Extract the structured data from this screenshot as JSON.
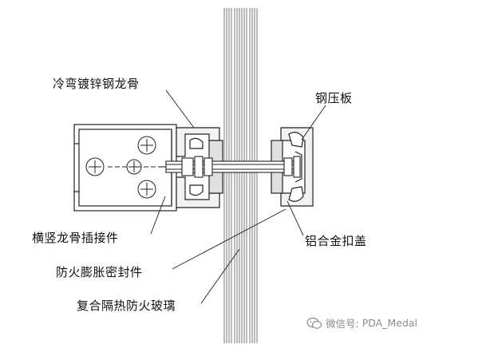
{
  "labels": {
    "cold_bent_keel": "冷弯镀锌钢龙骨",
    "steel_press_plate": "钢压板",
    "connector": "横竖龙骨插接件",
    "aluminum_cover": "铝合金扣盖",
    "fire_seal": "防火膨胀密封件",
    "fire_glass": "复合隔热防火玻璃"
  },
  "watermark": {
    "prefix": "微信号:",
    "account": "PDA_Medal",
    "icon": "wechat-icon",
    "color": "#8a8a8a"
  },
  "colors": {
    "line": "#222222",
    "glass_line": "#555555"
  }
}
